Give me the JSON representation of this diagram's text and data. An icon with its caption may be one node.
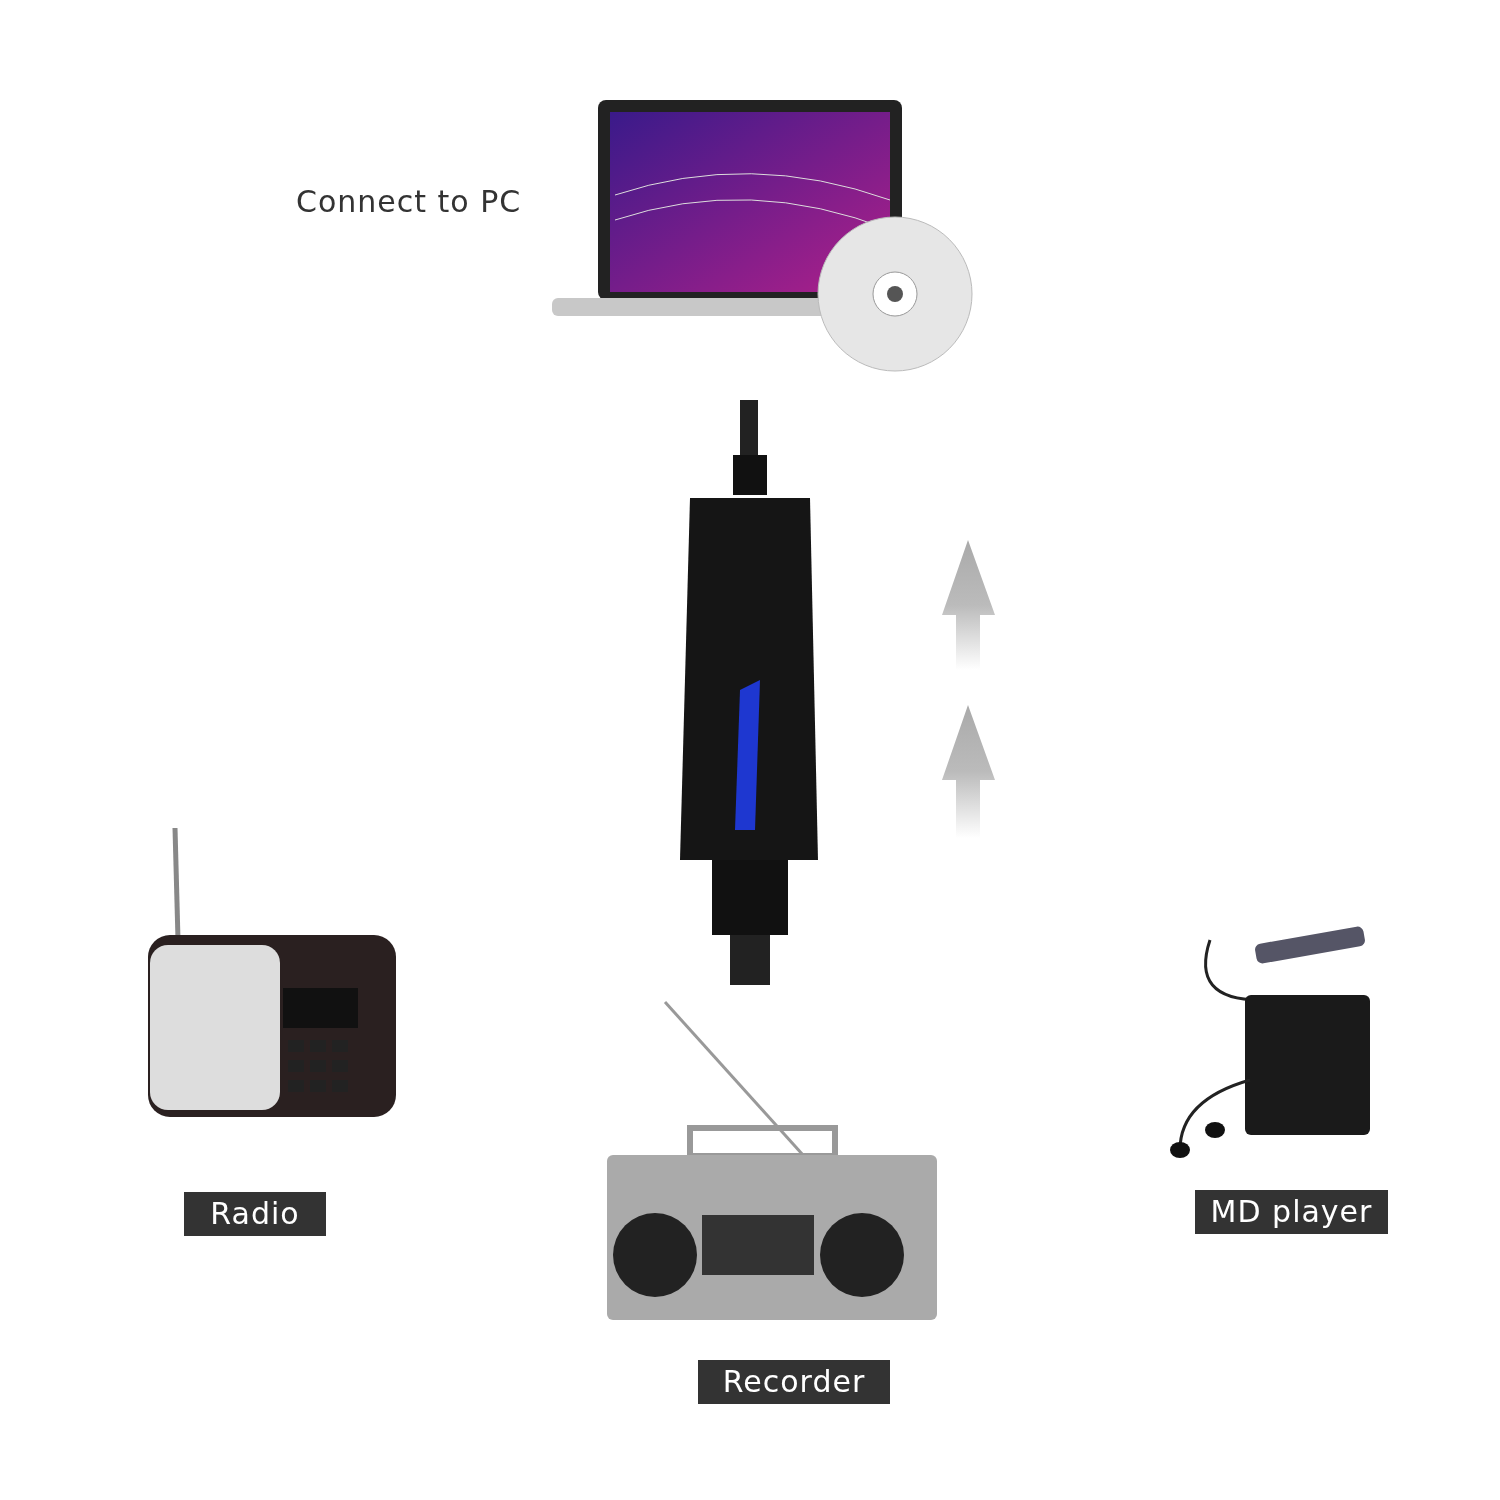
{
  "diagram": {
    "nodes": [
      {
        "text": [
          "Radio"
        ]
      },
      {
        "text": [
          "Recorder"
        ]
      },
      {
        "text": [
          "MD player"
        ]
      }
    ],
    "labels": [
      "Connect to PC"
    ]
  }
}
